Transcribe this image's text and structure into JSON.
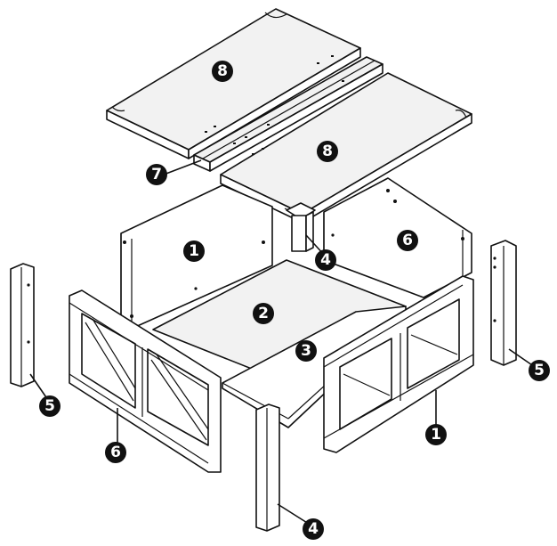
{
  "colors": {
    "line": "#111111",
    "paper": "#ffffff",
    "badge": "#111111",
    "badge_text": "#ffffff"
  },
  "parts": {
    "top_left": "8",
    "top_right": "8",
    "center_board": "7",
    "back_left_panel": "1",
    "back_right_panel": "6",
    "rear_post": "4",
    "floor": "2",
    "floor_edge": "3",
    "left_post": "5",
    "right_post": "5",
    "front_left_panel": "6",
    "front_right_panel": "1",
    "front_post": "4"
  }
}
